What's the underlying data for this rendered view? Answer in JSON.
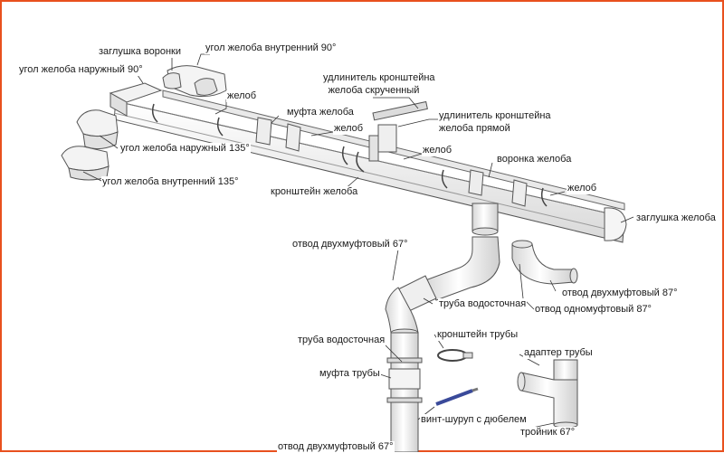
{
  "labels": {
    "zaglushka_voronki": "заглушка воронки",
    "ugol_vnutr_90": "угол желоба внутренний 90°",
    "ugol_naruzh_90": "угол желоба наружный 90°",
    "udlinitel_skruch_1": "удлинитель кронштейна",
    "udlinitel_skruch_2": "желоба скрученный",
    "zhelob_1": "желоб",
    "mufta_zheloba": "муфта желоба",
    "udlinitel_pryam_1": "удлинитель кронштейна",
    "udlinitel_pryam_2": "желоба прямой",
    "zhelob_2": "желоб",
    "ugol_naruzh_135": "угол желоба наружный 135°",
    "zhelob_3": "желоб",
    "voronka_zheloba": "воронка желоба",
    "ugol_vnutr_135": "угол желоба внутренний 135°",
    "kronshtein_zheloba": "кронштейн желоба",
    "zhelob_4": "желоб",
    "zaglushka_zheloba": "заглушка желоба",
    "otvod_dvuh_67_top": "отвод двухмуфтовый 67°",
    "otvod_dvuh_87": "отвод двухмуфтовый 87°",
    "truba_vodost_1": "труба водосточная",
    "otvod_odno_87": "отвод одномуфтовый 87°",
    "kronshtein_truby": "кронштейн трубы",
    "truba_vodost_2": "труба водосточная",
    "adapter_truby": "адаптер трубы",
    "mufta_truby": "муфта трубы",
    "vint_shurup": "винт-шуруп с дюбелем",
    "troinik_67": "тройник 67°",
    "otvod_dvuh_67_bottom": "отвод двухмуфтовый 67°"
  },
  "colors": {
    "frame": "#e8501e",
    "leader": "#333333",
    "part_fill": "#f2f2f2",
    "part_stroke": "#555555"
  }
}
